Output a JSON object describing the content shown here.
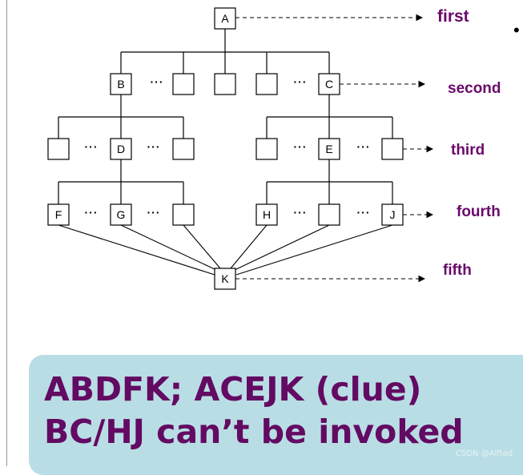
{
  "nodes": {
    "A": "A",
    "B": "B",
    "C": "C",
    "D": "D",
    "E": "E",
    "F": "F",
    "G": "G",
    "H": "H",
    "J": "J",
    "K": "K"
  },
  "ellipsis": "···",
  "bullet": "•",
  "levels": {
    "first": "first",
    "second": "second",
    "third": "third",
    "fourth": "fourth",
    "fifth": "fifth"
  },
  "callout": {
    "line1": "ABDFK; ACEJK (clue)",
    "line2": "BC/HJ can’t be invoked"
  },
  "watermark": "CSDN @Alfted",
  "colors": {
    "level_label": "#6a0a6a",
    "callout_text": "#630a63",
    "callout_bg": "#b9dde4"
  }
}
